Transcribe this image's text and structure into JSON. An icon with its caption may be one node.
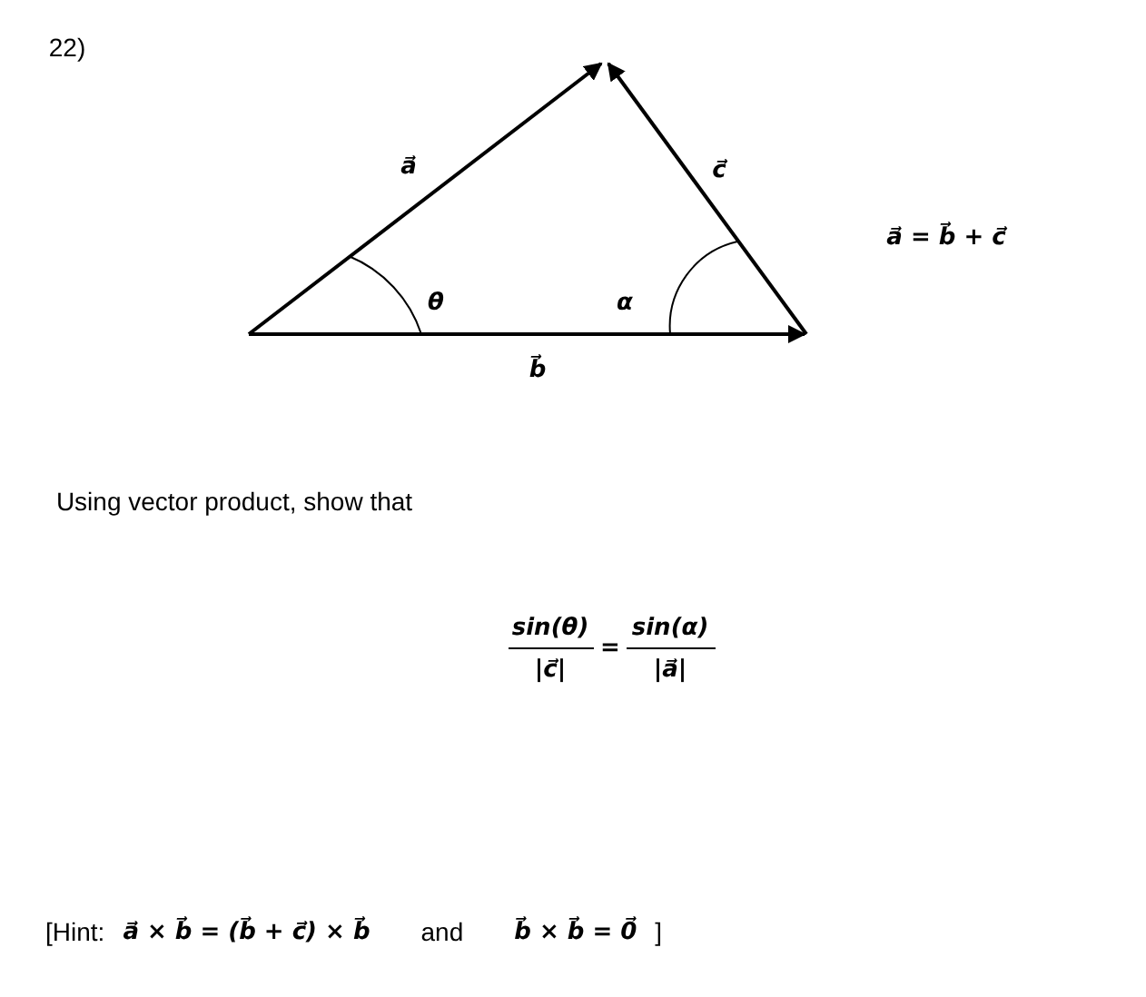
{
  "diagram": {
    "labels": [
      "22)",
      "a⃗",
      "c⃗",
      "a⃗ = b⃗ + c⃗",
      "θ",
      "α",
      "b⃗",
      "Using vector product, show that",
      "sin(θ)",
      "|c⃗|",
      "=",
      "sin(α)",
      "|a⃗|",
      "[Hint:",
      "a⃗ × b⃗ = (b⃗ + c⃗) × b⃗",
      "and",
      "b⃗ × b⃗ = 0⃗",
      "]"
    ]
  }
}
